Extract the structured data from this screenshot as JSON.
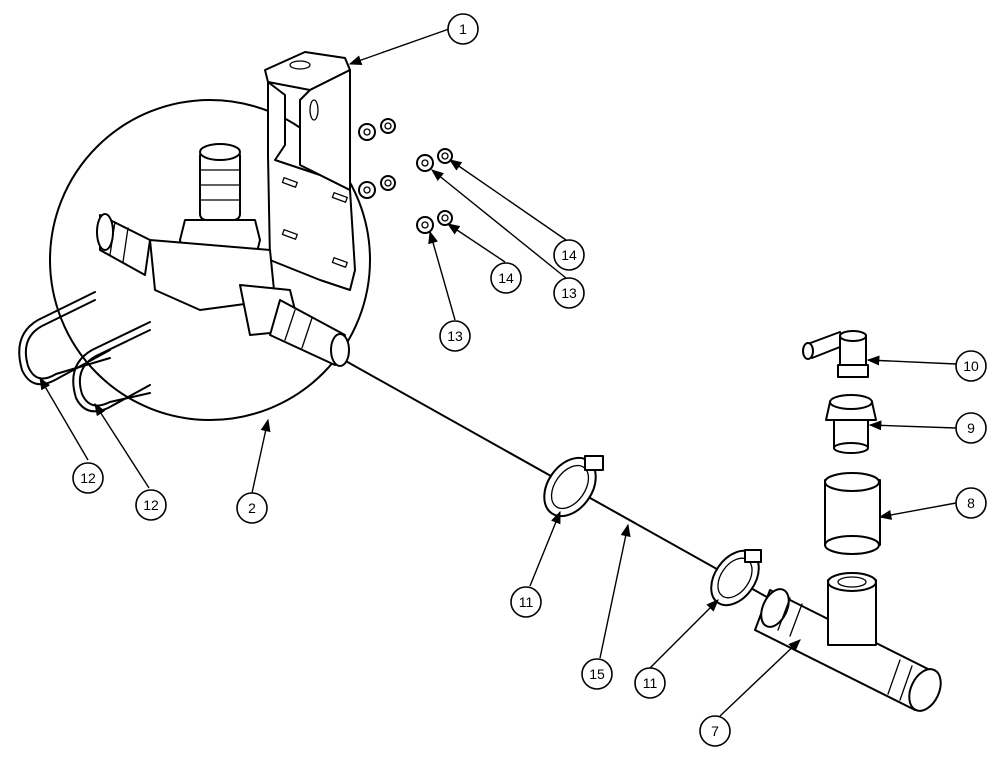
{
  "callouts": [
    {
      "id": "c1",
      "label": "1"
    },
    {
      "id": "c2",
      "label": "2"
    },
    {
      "id": "c7",
      "label": "7"
    },
    {
      "id": "c8",
      "label": "8"
    },
    {
      "id": "c9",
      "label": "9"
    },
    {
      "id": "c10",
      "label": "10"
    },
    {
      "id": "c11a",
      "label": "11"
    },
    {
      "id": "c11b",
      "label": "11"
    },
    {
      "id": "c12a",
      "label": "12"
    },
    {
      "id": "c12b",
      "label": "12"
    },
    {
      "id": "c13a",
      "label": "13"
    },
    {
      "id": "c13b",
      "label": "13"
    },
    {
      "id": "c14a",
      "label": "14"
    },
    {
      "id": "c14b",
      "label": "14"
    },
    {
      "id": "c15",
      "label": "15"
    }
  ]
}
